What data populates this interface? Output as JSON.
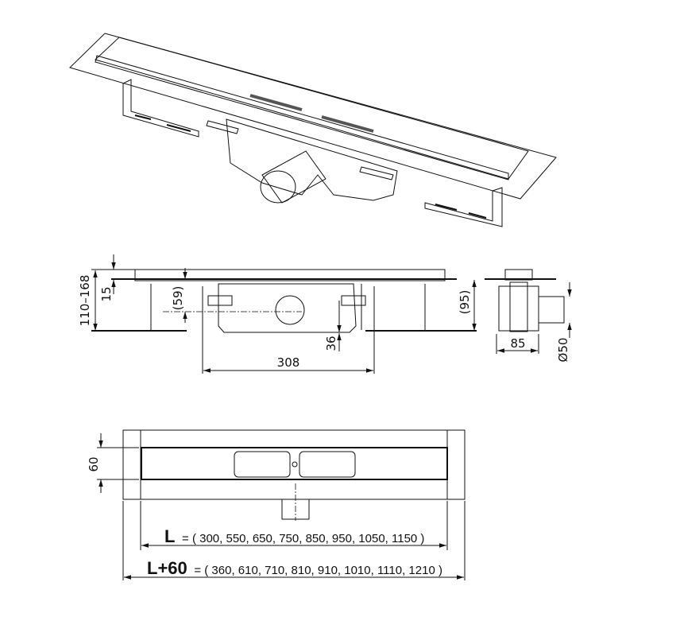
{
  "side_view": {
    "height_range": "110–168",
    "flange_thickness": "15",
    "pipe_axis_height": "(59)",
    "body_height": "(95)",
    "outlet_offset": "36",
    "body_length": "308"
  },
  "end_view": {
    "width": "85",
    "pipe_diameter": "Ø50"
  },
  "plan_view": {
    "channel_width": "60",
    "length_symbol": "L",
    "length_values": "= ( 300, 550, 650, 750, 850, 950, 1050, 1150 )",
    "total_length_symbol": "L+60",
    "total_length_values": "= ( 360, 610, 710, 810, 910, 1010, 1110, 1210 )"
  },
  "colors": {
    "steel": "#c8c9cb",
    "body": "#7d7f82",
    "line": "#111111"
  }
}
